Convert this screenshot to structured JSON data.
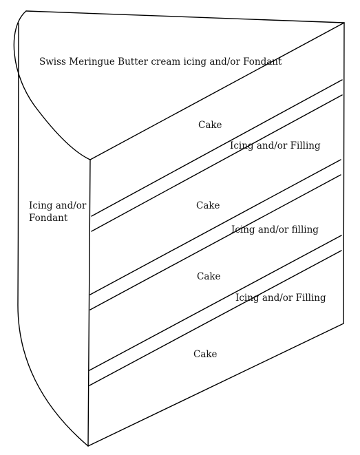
{
  "diagram": {
    "top_label": "Swiss Meringue Butter cream icing and/or Fondant",
    "side_label": "Icing and/or\nFondant",
    "layers": [
      "Cake",
      "Icing and/or Filling",
      "Cake",
      "Icing and/or filling",
      "Cake",
      "Icing and/or Filling",
      "Cake"
    ],
    "colors": {
      "line": "#000000",
      "text": "#111111",
      "background": "#ffffff"
    }
  }
}
